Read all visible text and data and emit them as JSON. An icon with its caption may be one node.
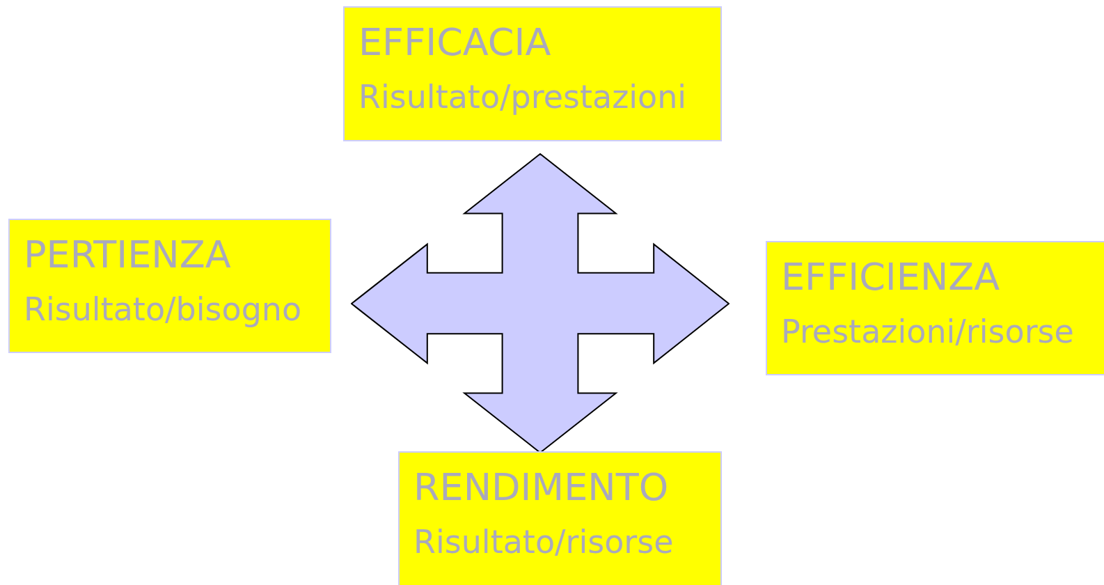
{
  "diagram": {
    "nodes": [
      {
        "text": [
          "EFFICACIA",
          "Risultato/prestazioni"
        ]
      },
      {
        "text": [
          "PERTIENZA",
          "Risultato/bisogno"
        ]
      },
      {
        "text": [
          "EFFICIENZA",
          "Prestazioni/risorse"
        ]
      },
      {
        "text": [
          "RENDIMENTO",
          "Risultato/risorse"
        ]
      }
    ],
    "edges": [
      {
        "from": 0,
        "to": 3,
        "arrow": "both"
      },
      {
        "from": 1,
        "to": 2,
        "arrow": "both"
      }
    ]
  }
}
